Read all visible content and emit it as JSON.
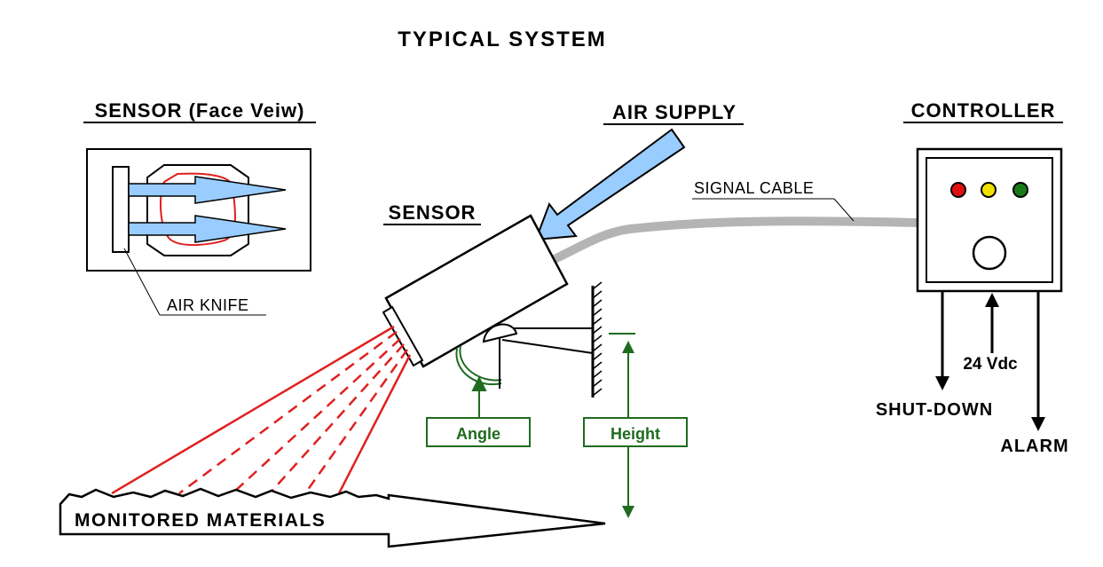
{
  "title": "TYPICAL SYSTEM",
  "labels": {
    "sensor_face": "SENSOR (Face Veiw)",
    "air_supply": "AIR SUPPLY",
    "controller": "CONTROLLER",
    "sensor": "SENSOR",
    "signal_cable": "SIGNAL CABLE",
    "air_knife": "AIR KNIFE",
    "angle": "Angle",
    "height": "Height",
    "vdc": "24 Vdc",
    "shutdown": "SHUT-DOWN",
    "alarm": "ALARM",
    "materials": "MONITORED MATERIALS"
  },
  "colors": {
    "air_fill": "#99ccff",
    "beam_red": "#e02020",
    "led_red": "#e01010",
    "led_yellow": "#f0e000",
    "led_green": "#1a7a1a",
    "dim_green": "#1f6b1f",
    "cable_gray": "#b4b4b4"
  }
}
